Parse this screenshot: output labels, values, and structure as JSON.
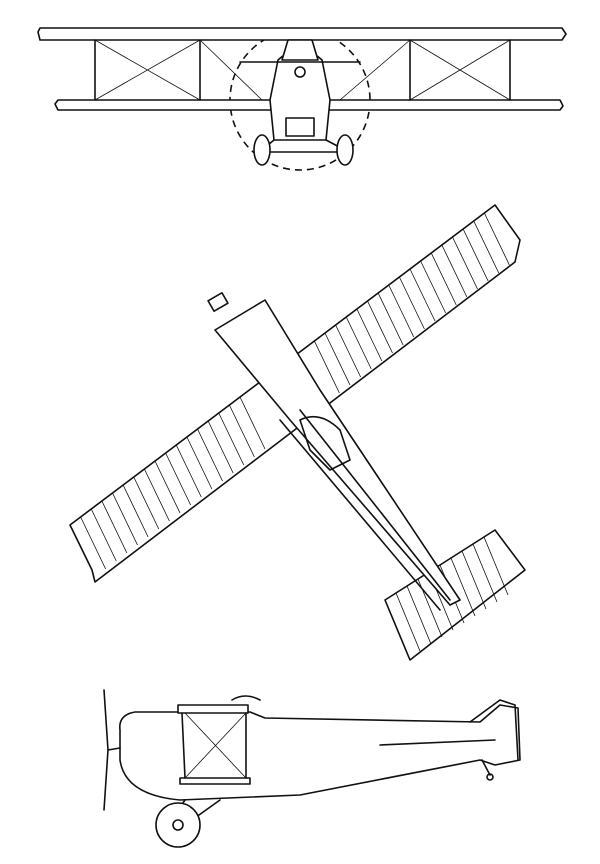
{
  "colors": {
    "line": "#111111",
    "background": "#ffffff"
  },
  "views": [
    {
      "id": "front"
    },
    {
      "id": "top"
    },
    {
      "id": "side"
    }
  ]
}
